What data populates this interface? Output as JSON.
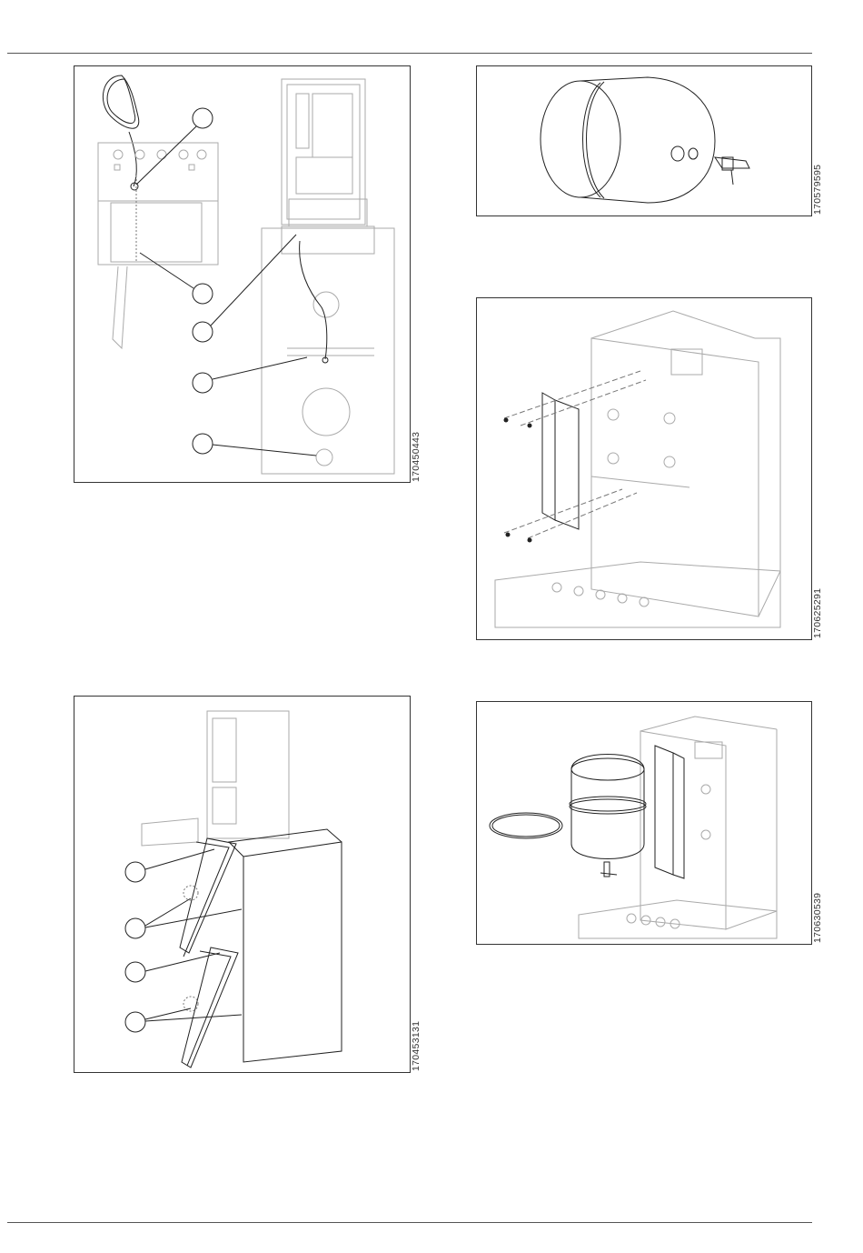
{
  "figures": [
    {
      "id": "fig-1",
      "code": "170450443"
    },
    {
      "id": "fig-2",
      "code": "170579595"
    },
    {
      "id": "fig-3",
      "code": "170625291"
    },
    {
      "id": "fig-4",
      "code": "170453131"
    },
    {
      "id": "fig-5",
      "code": "170630539"
    }
  ]
}
